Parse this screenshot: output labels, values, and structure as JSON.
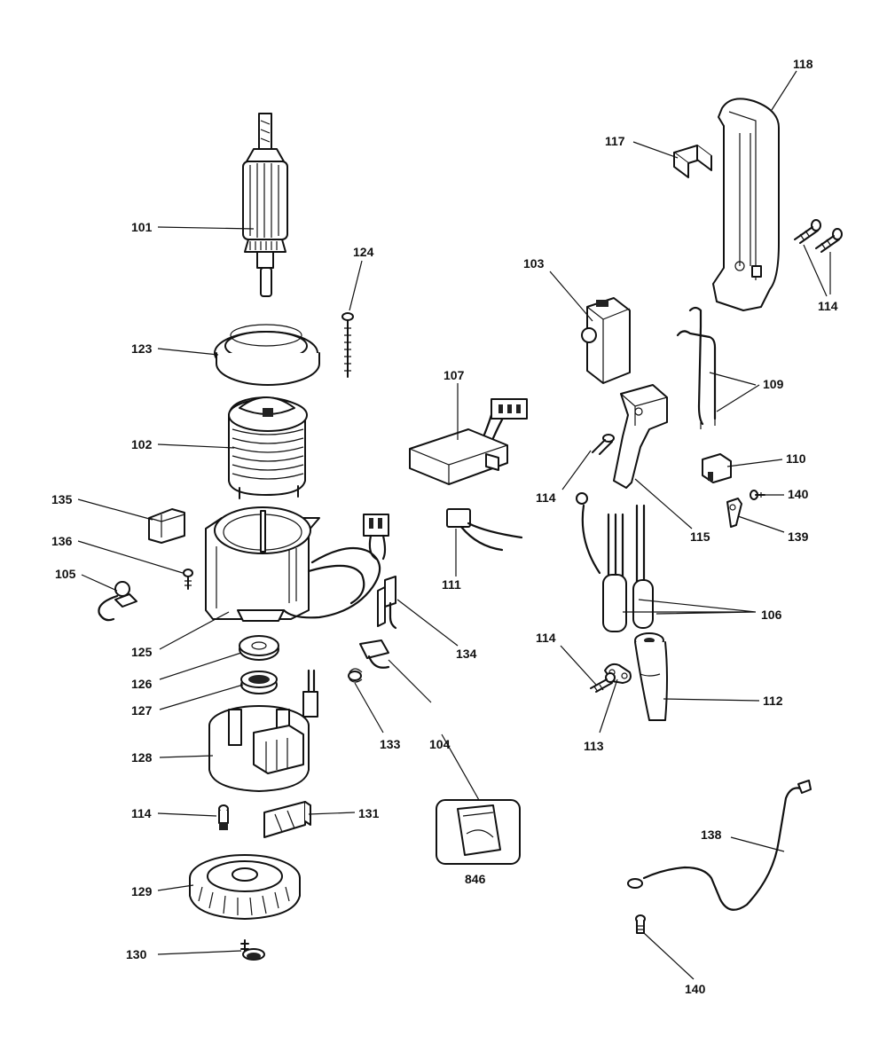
{
  "labels": {
    "p101": "101",
    "p102": "102",
    "p103": "103",
    "p104": "104",
    "p105": "105",
    "p106": "106",
    "p107": "107",
    "p109": "109",
    "p110": "110",
    "p111": "111",
    "p112": "112",
    "p113": "113",
    "p114_a": "114",
    "p114_b": "114",
    "p114_c": "114",
    "p114_d": "114",
    "p115": "115",
    "p117": "117",
    "p118": "118",
    "p123": "123",
    "p124": "124",
    "p125": "125",
    "p126": "126",
    "p127": "127",
    "p128": "128",
    "p129": "129",
    "p130": "130",
    "p131": "131",
    "p133": "133",
    "p134": "134",
    "p135": "135",
    "p136": "136",
    "p138": "138",
    "p139": "139",
    "p140_a": "140",
    "p140_b": "140",
    "p846": "846"
  },
  "colors": {
    "ink": "#111111",
    "paper": "#ffffff"
  }
}
